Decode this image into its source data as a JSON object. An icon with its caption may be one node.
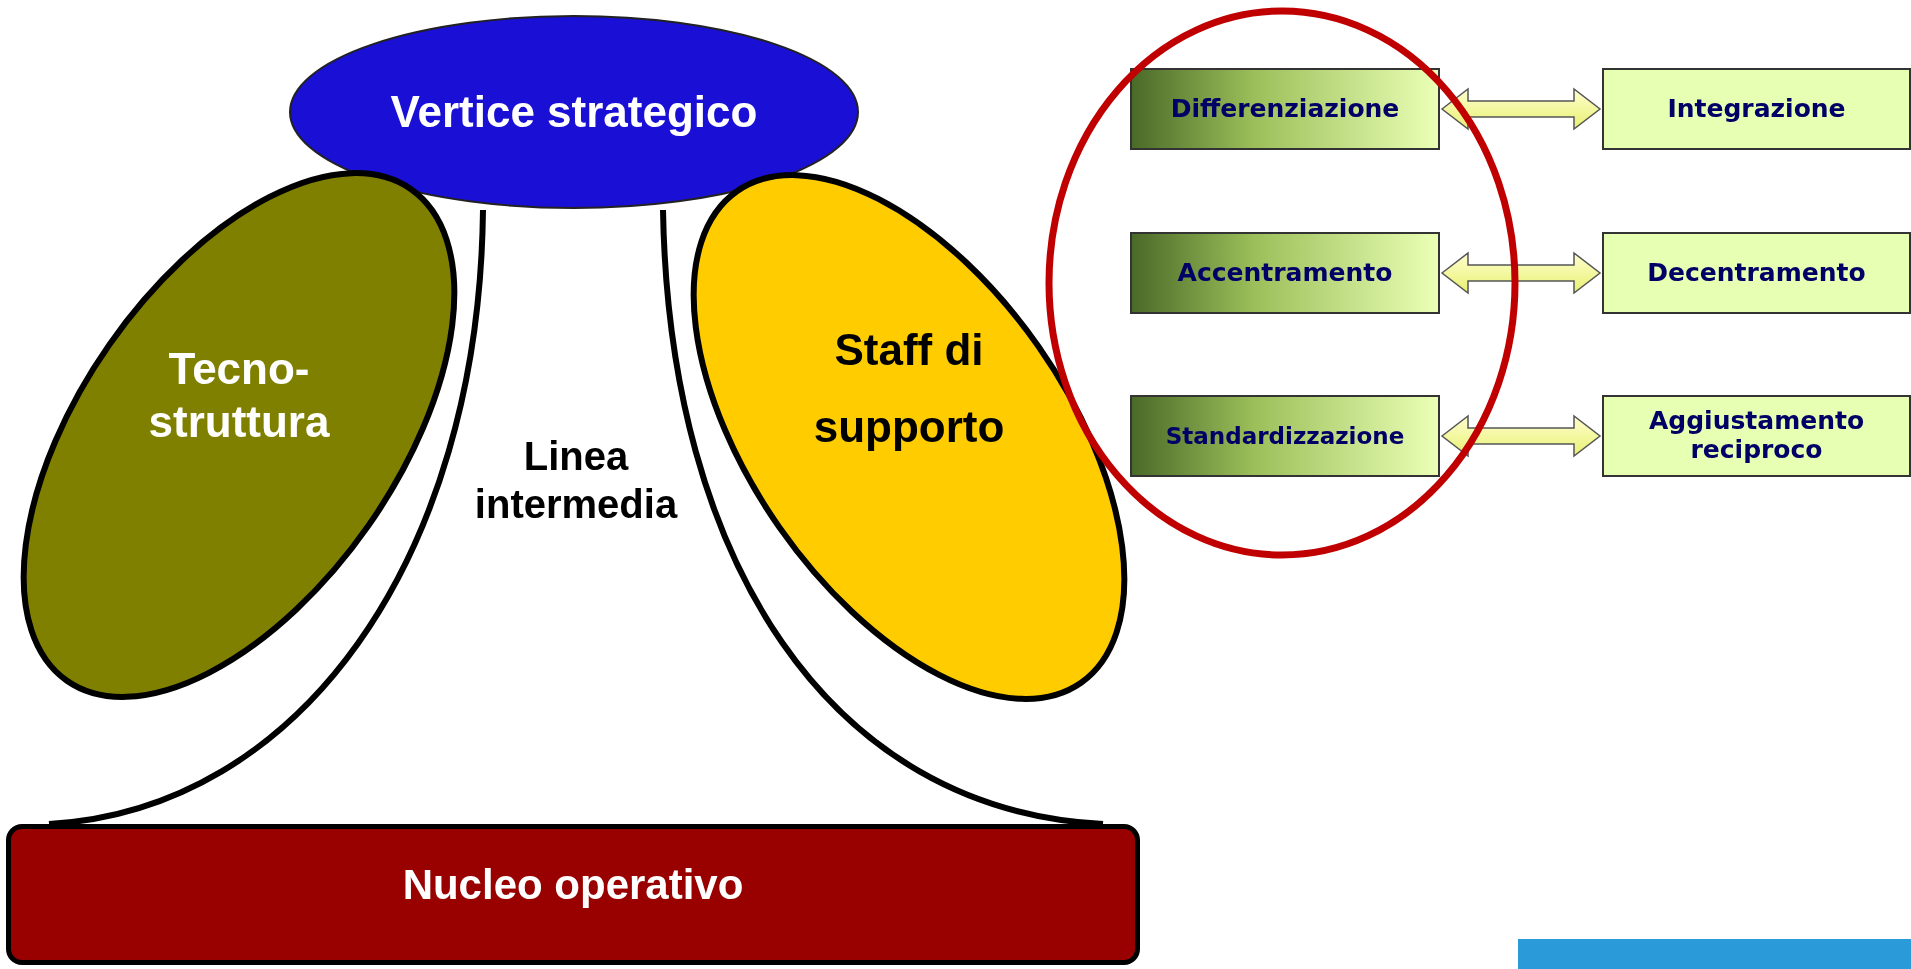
{
  "diagram": {
    "nodes": [
      {
        "text": [
          "Vertice strategico"
        ]
      },
      {
        "text": [
          "Tecno- struttura"
        ]
      },
      {
        "text": [
          "Linea intermedia"
        ]
      },
      {
        "text": [
          "Staff di supporto"
        ]
      },
      {
        "text": [
          "Nucleo operativo"
        ]
      },
      {
        "text": [
          "Differenziazione"
        ]
      },
      {
        "text": [
          "Integrazione"
        ]
      },
      {
        "text": [
          "Accentramento"
        ]
      },
      {
        "text": [
          "Decentramento"
        ]
      },
      {
        "text": [
          "Standardizzazione"
        ]
      },
      {
        "text": [
          "Aggiustamento reciproco"
        ]
      }
    ],
    "edges": [
      {
        "from": 5,
        "to": 6,
        "arrow": "both"
      },
      {
        "from": 7,
        "to": 8,
        "arrow": "both"
      },
      {
        "from": 9,
        "to": 10,
        "arrow": "both"
      }
    ]
  }
}
